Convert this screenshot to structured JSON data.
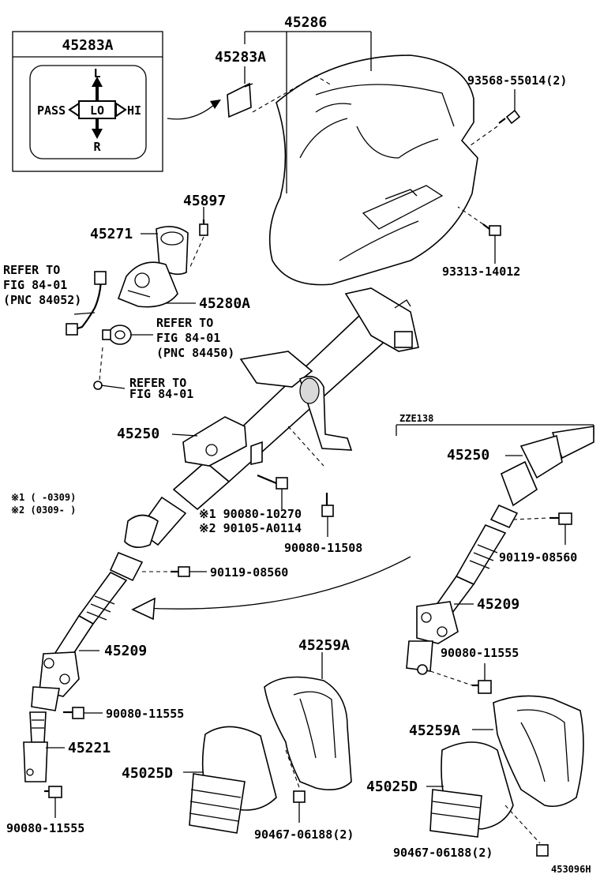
{
  "inset": {
    "part_number": "45283A",
    "symbol": {
      "up": "L",
      "down": "R",
      "left": "PASS",
      "center": "LO",
      "right": "HI"
    }
  },
  "labels": {
    "p45286": "45286",
    "p45283A": "45283A",
    "p93568": "93568-55014(2)",
    "p45897": "45897",
    "p45271": "45271",
    "p45280A": "45280A",
    "p93313": "93313-14012",
    "refer1_a": "REFER TO",
    "refer1_b": "FIG 84-01",
    "refer1_c": "(PNC 84052)",
    "refer2_a": "REFER TO",
    "refer2_b": "FIG 84-01",
    "refer2_c": "(PNC 84450)",
    "refer3_a": "REFER TO",
    "refer3_b": "FIG 84-01",
    "p45250_left": "45250",
    "model_code": "ZZE138",
    "p45250_right": "45250",
    "note1": "※1 (      -0309)",
    "note2": "※2 (0309-       )",
    "bolt1": "※1 90080-10270",
    "bolt2": "※2 90105-A0114",
    "p90080_11508": "90080-11508",
    "p90119_left": "90119-08560",
    "p90119_right": "90119-08560",
    "p45209_right": "45209",
    "p45209_left": "45209",
    "p45259A_top": "45259A",
    "p90080_11555_r": "90080-11555",
    "p90080_11555_m": "90080-11555",
    "p45221": "45221",
    "p45259A_bottom": "45259A",
    "p45025D_left": "45025D",
    "p45025D_right": "45025D",
    "p90080_11555_bl": "90080-11555",
    "p90467_left": "90467-06188(2)",
    "p90467_right": "90467-06188(2)",
    "diagram_id": "453096H"
  }
}
